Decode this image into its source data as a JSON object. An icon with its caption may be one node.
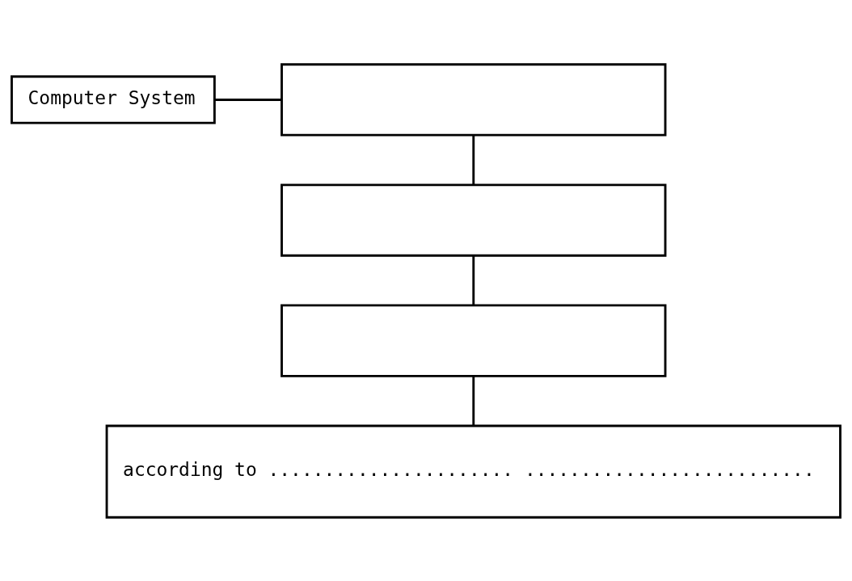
{
  "diagram": {
    "nodes": [
      {
        "text": [
          "Computer System"
        ]
      },
      {
        "text": [],
        "shape": "box"
      },
      {
        "text": [],
        "shape": "box"
      },
      {
        "text": [],
        "shape": "box"
      },
      {
        "text": [
          "according to ...................... .........................."
        ]
      }
    ],
    "edges": [
      {
        "from": 0,
        "to": 1,
        "arrow": "none"
      },
      {
        "from": 1,
        "to": 2,
        "arrow": "none"
      },
      {
        "from": 2,
        "to": 3,
        "arrow": "none"
      },
      {
        "from": 3,
        "to": 4,
        "arrow": "none"
      }
    ]
  }
}
